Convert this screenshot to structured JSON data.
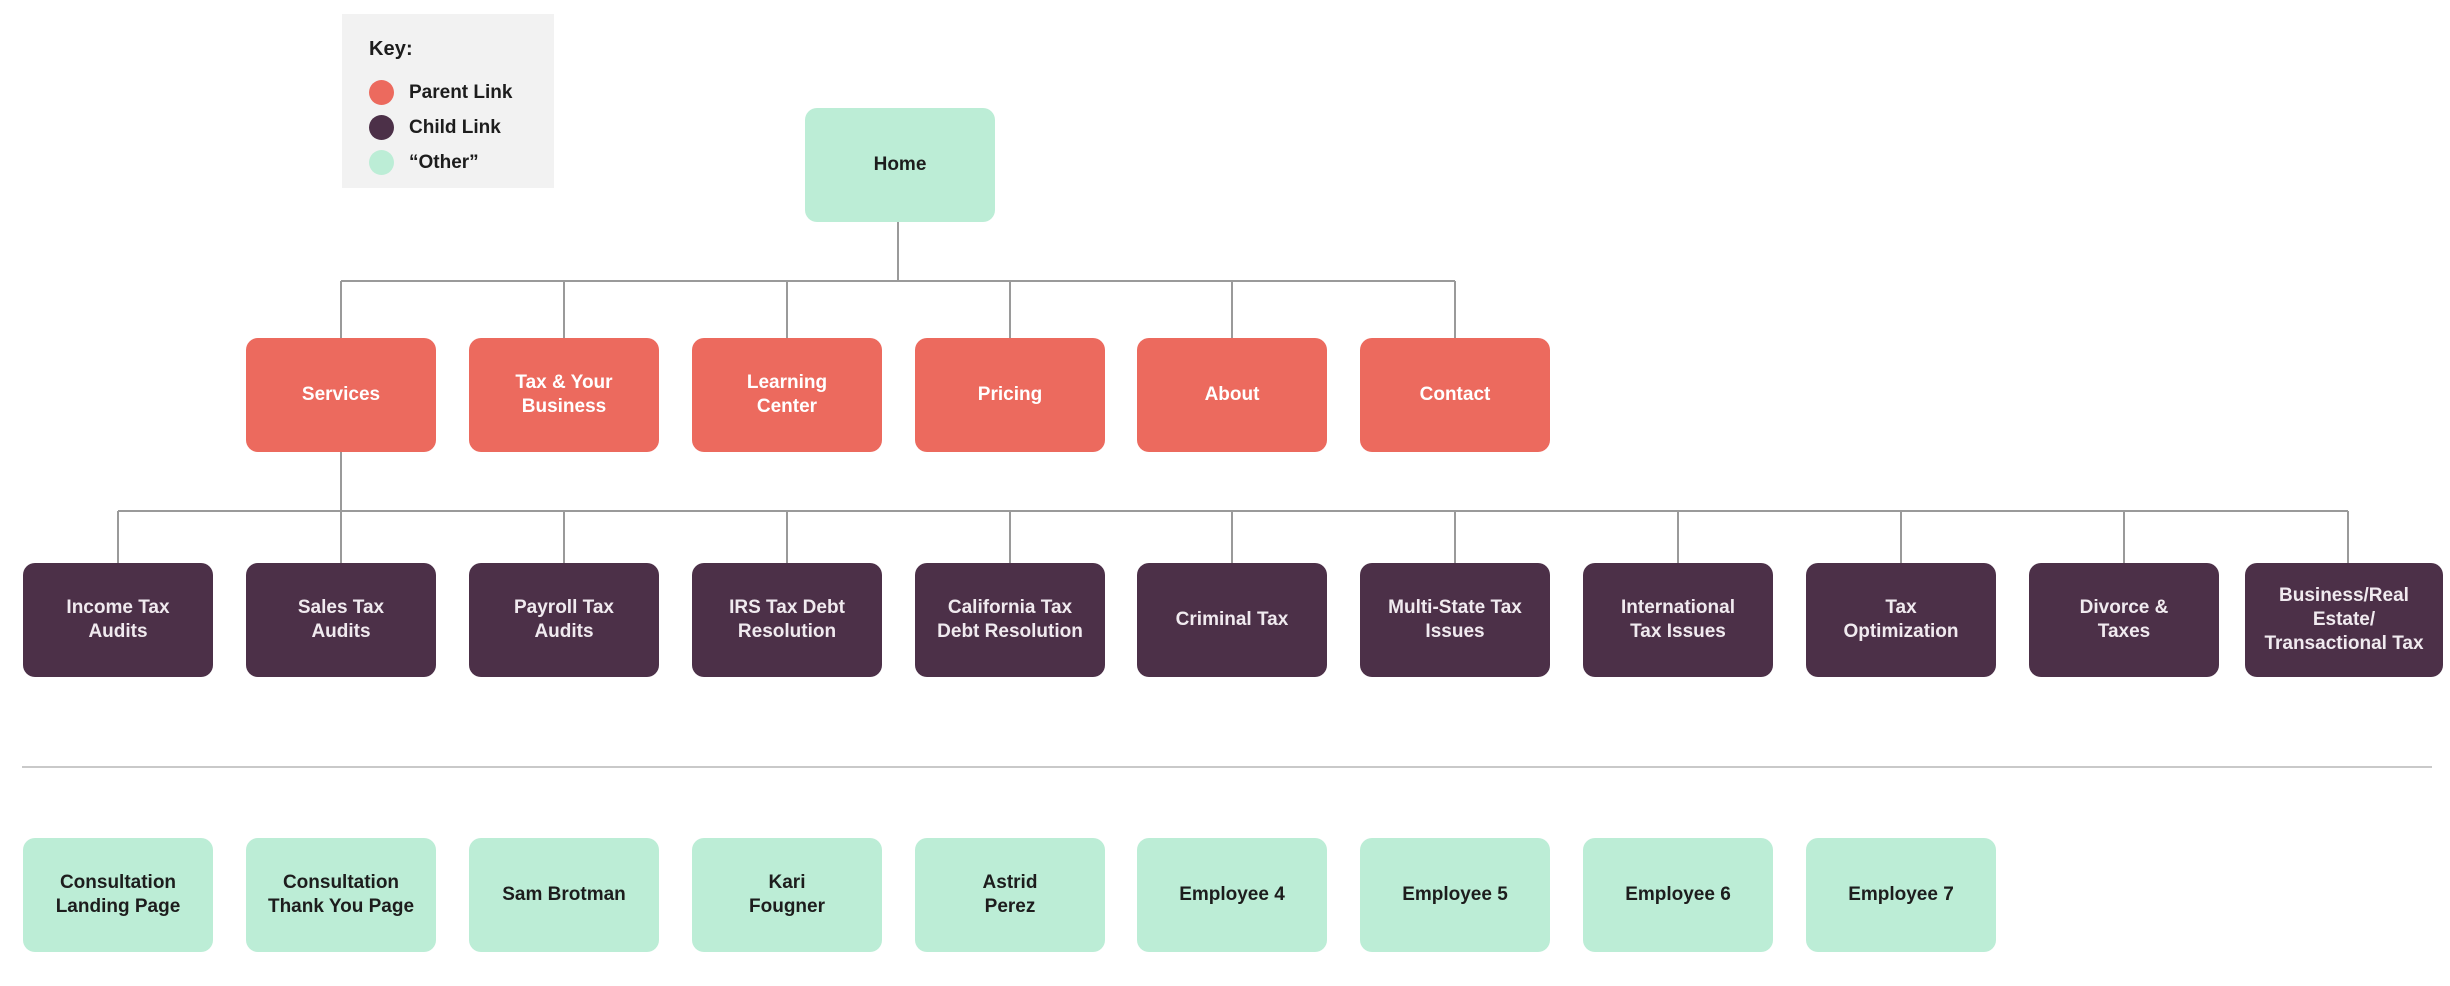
{
  "legend": {
    "title": "Key:",
    "items": [
      {
        "label": "Parent Link",
        "color": "#ec6a5e"
      },
      {
        "label": "Child Link",
        "color": "#4c3048"
      },
      {
        "label": "“Other”",
        "color": "#bcedd6"
      }
    ]
  },
  "root": {
    "label": "Home"
  },
  "parents": [
    {
      "label": "Services"
    },
    {
      "label": "Tax & Your\nBusiness"
    },
    {
      "label": "Learning\nCenter"
    },
    {
      "label": "Pricing"
    },
    {
      "label": "About"
    },
    {
      "label": "Contact"
    }
  ],
  "children": [
    {
      "label": "Income Tax\nAudits"
    },
    {
      "label": "Sales Tax\nAudits"
    },
    {
      "label": "Payroll Tax\nAudits"
    },
    {
      "label": "IRS Tax Debt\nResolution"
    },
    {
      "label": "California Tax\nDebt Resolution"
    },
    {
      "label": "Criminal Tax"
    },
    {
      "label": "Multi-State Tax\nIssues"
    },
    {
      "label": "International\nTax Issues"
    },
    {
      "label": "Tax\nOptimization"
    },
    {
      "label": "Divorce &\nTaxes"
    },
    {
      "label": "Business/Real\nEstate/\nTransactional Tax"
    }
  ],
  "other": [
    {
      "label": "Consultation\nLanding Page"
    },
    {
      "label": "Consultation\nThank You Page"
    },
    {
      "label": "Sam Brotman"
    },
    {
      "label": "Kari\nFougner"
    },
    {
      "label": "Astrid\nPerez"
    },
    {
      "label": "Employee 4"
    },
    {
      "label": "Employee 5"
    },
    {
      "label": "Employee 6"
    },
    {
      "label": "Employee 7"
    }
  ]
}
